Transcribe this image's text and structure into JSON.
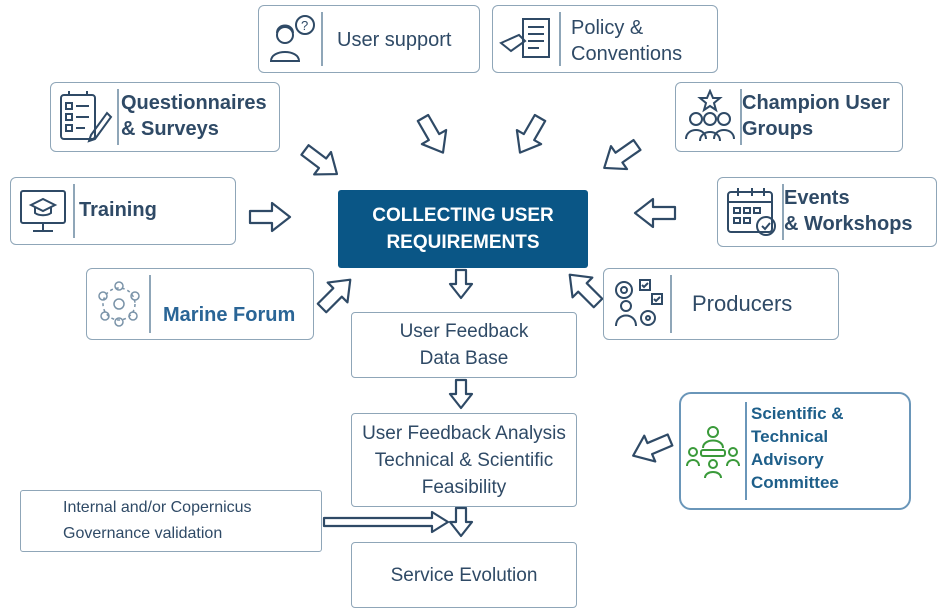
{
  "center": {
    "line1": "COLLECTING USER",
    "line2": "REQUIREMENTS"
  },
  "sources": {
    "user_support": {
      "line1": "User support"
    },
    "policy": {
      "line1": "Policy &",
      "line2": "Conventions"
    },
    "questionnaires": {
      "line1": "Questionnaires",
      "line2": "& Surveys"
    },
    "champion": {
      "line1": "Champion User",
      "line2": "Groups"
    },
    "training": {
      "line1": "Training"
    },
    "events": {
      "line1": "Events",
      "line2": "& Workshops"
    },
    "marine_forum": {
      "line1": "Marine Forum"
    },
    "producers": {
      "line1": "Producers"
    }
  },
  "flow": {
    "feedback_db": {
      "line1": "User Feedback",
      "line2": "Data Base"
    },
    "analysis": {
      "line1": "User Feedback Analysis",
      "line2": "Technical & Scientific",
      "line3": "Feasibility"
    },
    "evolution": {
      "line1": "Service Evolution"
    }
  },
  "governance": {
    "line1": "Internal and/or Copernicus",
    "line2": "Governance validation"
  },
  "committee": {
    "line1": "Scientific &",
    "line2": "Technical",
    "line3": "Advisory",
    "line4": "Committee"
  },
  "colors": {
    "navy": "#0a5686",
    "text": "#2f4a66",
    "border": "#8fa6b8",
    "accent_green": "#3a9a3a"
  }
}
